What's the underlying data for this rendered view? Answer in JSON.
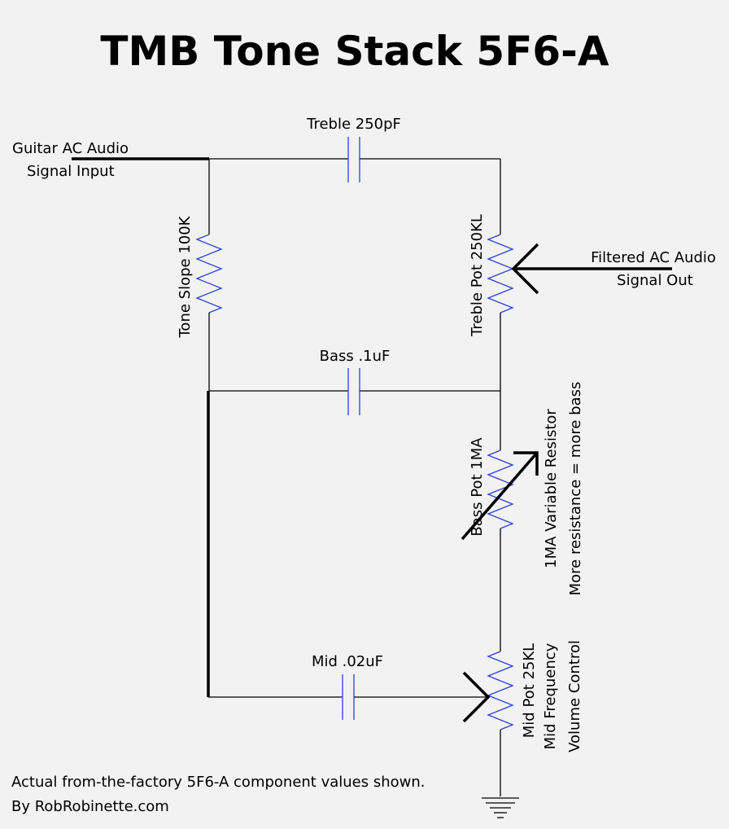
{
  "title": "TMB Tone Stack 5F6-A",
  "input_label": [
    "Guitar AC Audio",
    "Signal Input"
  ],
  "output_label": [
    "Filtered AC Audio",
    "Signal Out"
  ],
  "components": {
    "treble_cap": "Treble 250pF",
    "bass_cap": "Bass .1uF",
    "mid_cap": "Mid .02uF",
    "slope_resistor": "Tone  Slope  100K",
    "treble_pot": "Treble  Pot  250KL",
    "bass_pot": "Bass  Pot  1MA",
    "mid_pot": "Mid  Pot  25KL"
  },
  "notes": {
    "bass_note_1": "1MA  Variable  Resistor",
    "bass_note_2": "More  resistance = more bass",
    "mid_note_1": "Mid  Frequency",
    "mid_note_2": "Volume  Control"
  },
  "footer": [
    "Actual from-the-factory 5F6-A component values shown.",
    "By RobRobinette.com"
  ]
}
